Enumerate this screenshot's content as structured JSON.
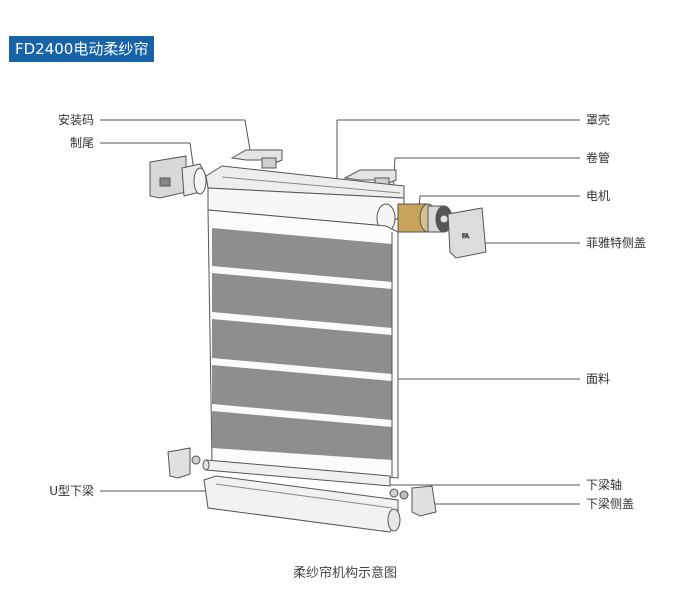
{
  "title": "FD2400电动柔纱帘",
  "labels": {
    "install_code": "安装码",
    "end_plug": "制尾",
    "cover": "罩壳",
    "roller_tube": "卷管",
    "motor": "电机",
    "side_cover": "菲雅特侧盖",
    "fabric": "面料",
    "bottom_rail_axis": "下梁轴",
    "u_bottom_rail": "U型下梁",
    "bottom_rail_cap": "下梁侧盖"
  },
  "caption": "柔纱帘机构示意图",
  "colors": {
    "badge": "#1763a8",
    "stripe": "#8e8e8e",
    "line": "#555555",
    "motor": "#c8a45a"
  }
}
